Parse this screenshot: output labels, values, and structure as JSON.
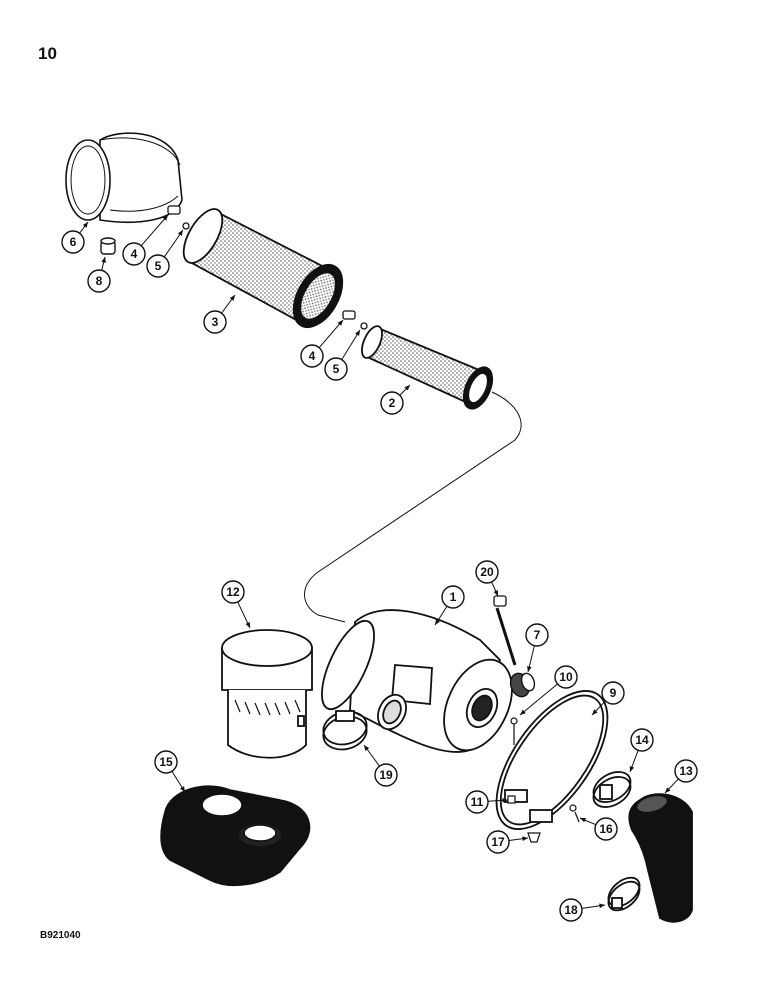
{
  "page": {
    "number": "10",
    "figure_code": "B921040"
  },
  "colors": {
    "ink": "#111111",
    "paper": "#ffffff",
    "mesh": "#9a9a9a"
  },
  "callouts": [
    {
      "id": "c1",
      "label": "1",
      "part": "air-cleaner-housing"
    },
    {
      "id": "c2",
      "label": "2",
      "part": "inner-filter-element"
    },
    {
      "id": "c3",
      "label": "3",
      "part": "outer-filter-element"
    },
    {
      "id": "c4a",
      "label": "4",
      "part": "wing-nut"
    },
    {
      "id": "c4b",
      "label": "4",
      "part": "wing-nut"
    },
    {
      "id": "c5a",
      "label": "5",
      "part": "washer"
    },
    {
      "id": "c5b",
      "label": "5",
      "part": "washer"
    },
    {
      "id": "c6",
      "label": "6",
      "part": "end-cover"
    },
    {
      "id": "c7",
      "label": "7",
      "part": "fitting"
    },
    {
      "id": "c8",
      "label": "8",
      "part": "dust-valve"
    },
    {
      "id": "c9",
      "label": "9",
      "part": "mounting-band"
    },
    {
      "id": "c10",
      "label": "10",
      "part": "bolt"
    },
    {
      "id": "c11",
      "label": "11",
      "part": "nut"
    },
    {
      "id": "c12",
      "label": "12",
      "part": "precleaner"
    },
    {
      "id": "c13",
      "label": "13",
      "part": "outlet-hose"
    },
    {
      "id": "c14",
      "label": "14",
      "part": "hose-clamp"
    },
    {
      "id": "c15",
      "label": "15",
      "part": "intake-adapter"
    },
    {
      "id": "c16",
      "label": "16",
      "part": "screw"
    },
    {
      "id": "c17",
      "label": "17",
      "part": "nut"
    },
    {
      "id": "c18",
      "label": "18",
      "part": "hose-clamp"
    },
    {
      "id": "c19",
      "label": "19",
      "part": "hose-clamp"
    },
    {
      "id": "c20",
      "label": "20",
      "part": "restriction-indicator"
    }
  ]
}
